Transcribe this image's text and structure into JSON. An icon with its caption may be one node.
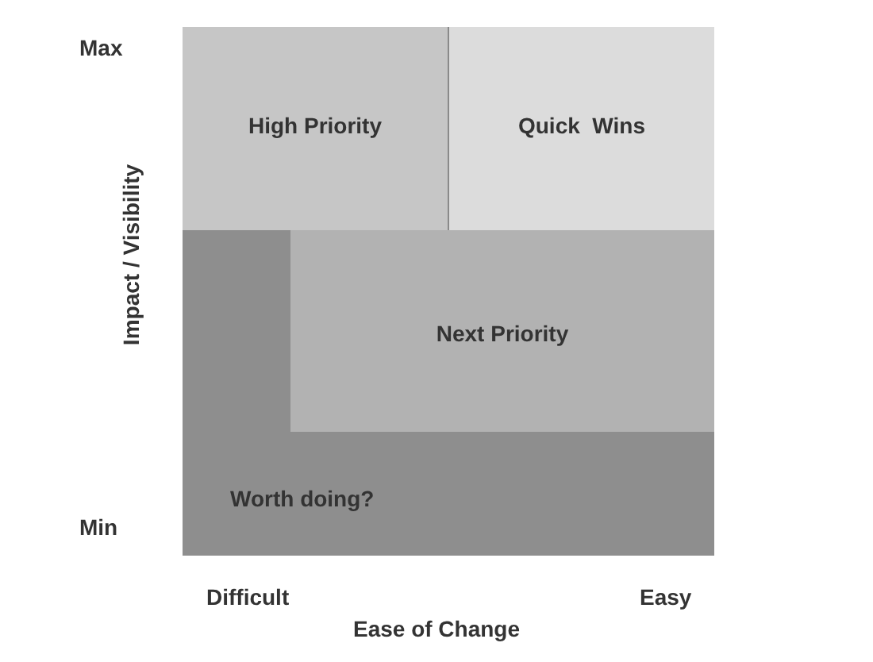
{
  "diagram": {
    "nodes": [
      {
        "text": [
          "High Priority"
        ]
      },
      {
        "text": [
          "Quick  Wins"
        ]
      },
      {
        "text": [
          "Worth doing?"
        ]
      },
      {
        "text": [
          "Next Priority"
        ],
        "in": 2
      }
    ],
    "labels": [
      "Max",
      "Impact / Visibility",
      "Min",
      "Difficult",
      "Ease of Change",
      "Easy"
    ]
  }
}
